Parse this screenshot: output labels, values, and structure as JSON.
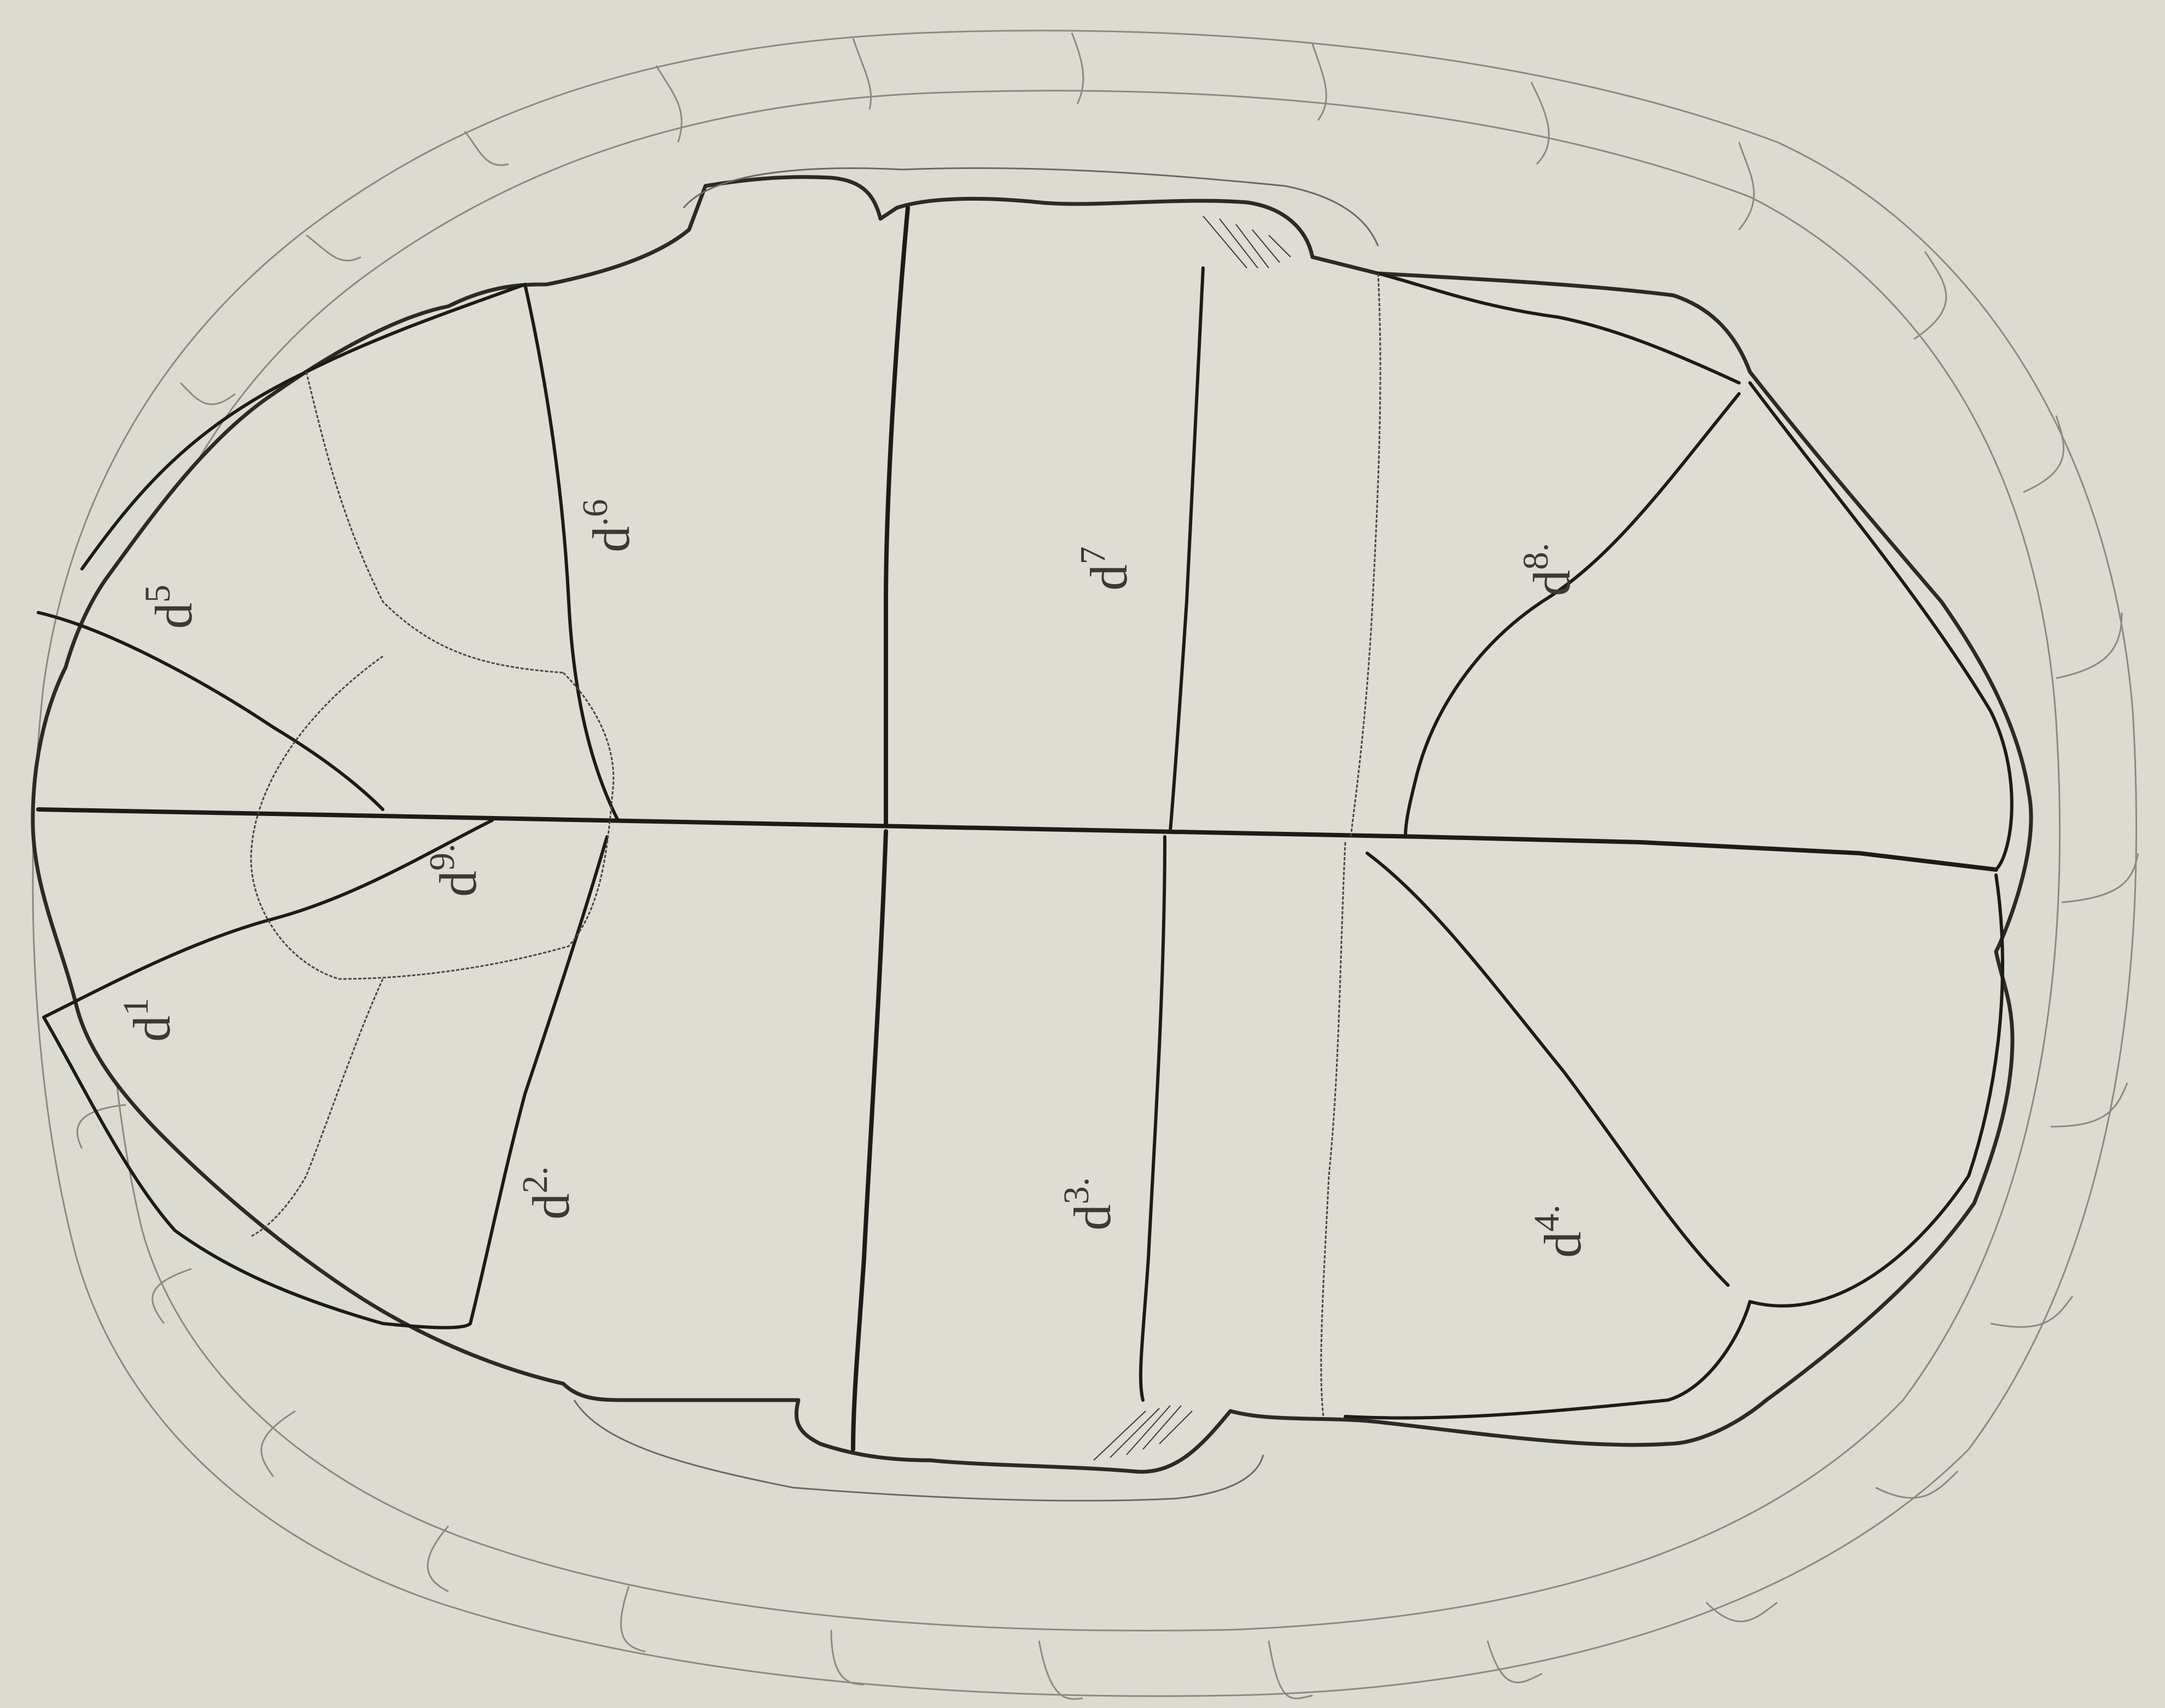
{
  "labels": {
    "d1": {
      "base": "d",
      "sup": "1"
    },
    "d2": {
      "base": "d",
      "sup": "2."
    },
    "d3": {
      "base": "d",
      "sup": "3."
    },
    "d4": {
      "base": "d",
      "sup": "4."
    },
    "d5": {
      "base": "d",
      "sup": "5"
    },
    "d6": {
      "base": "d",
      "sup": ".6"
    },
    "d7": {
      "base": "d",
      "sup": "7"
    },
    "d8": {
      "base": "d",
      "sup": "8."
    },
    "d9": {
      "base": "d",
      "sup": "9."
    }
  },
  "colors": {
    "paper": "#dcdbd2",
    "ink": "#1c1b18",
    "faint_ink": "#8c8a80"
  }
}
